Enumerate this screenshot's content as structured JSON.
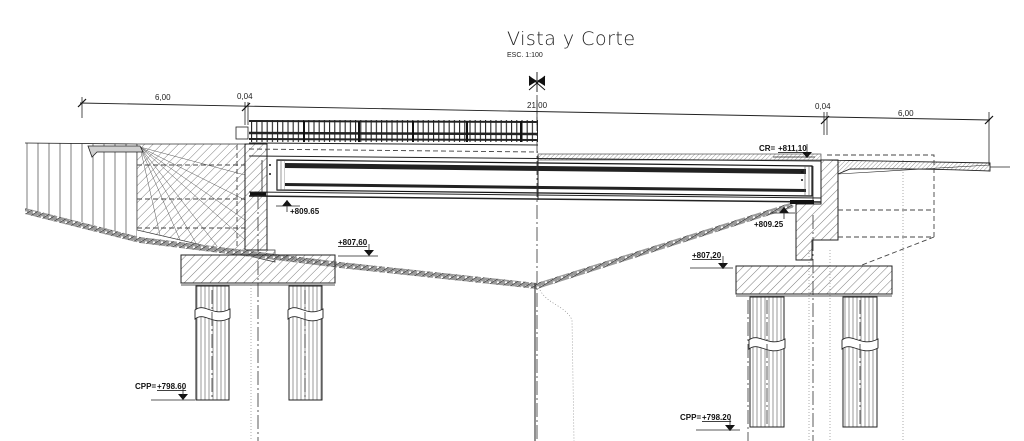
{
  "drawing": {
    "title": "Vista y Corte",
    "scale": "ESC. 1:100"
  },
  "dimensions": {
    "left_span": "6,00",
    "left_gap": "0,04",
    "main_span": "21,00",
    "right_gap": "0,04",
    "right_span": "6,00"
  },
  "levels": {
    "crown": {
      "label": "CR=",
      "value": "+811,10"
    },
    "left_bearing": {
      "value": "+809.65"
    },
    "right_bearing": {
      "value": "+809.25"
    },
    "left_footing": {
      "value": "+807,60"
    },
    "right_footing": {
      "value": "+807,20"
    },
    "left_pile_tip": {
      "label": "CPP=",
      "value": "+798.60"
    },
    "right_pile_tip": {
      "label": "CPP=",
      "value": "+798.20"
    }
  },
  "colors": {
    "line": "#222222",
    "background": "#ffffff"
  }
}
